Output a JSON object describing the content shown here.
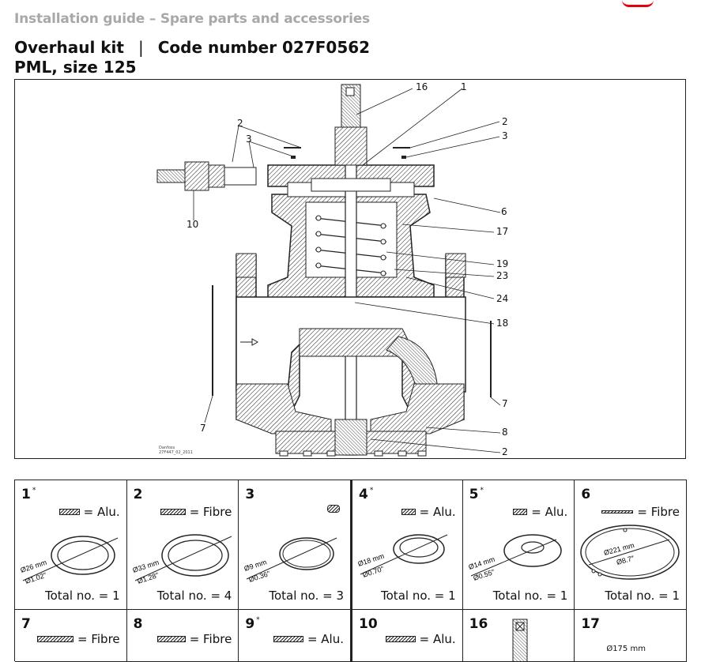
{
  "header": {
    "category": "Installation guide – Spare parts and accessories",
    "kit_label": "Overhaul kit",
    "separator": "|",
    "code_label": "Code number 027F0562",
    "model": "PML, size 125"
  },
  "drawing": {
    "callouts": [
      "16",
      "1",
      "2",
      "3",
      "2",
      "3",
      "10",
      "6",
      "17",
      "19",
      "23",
      "24",
      "18",
      "7",
      "7",
      "8",
      "2"
    ],
    "code_text_line1": "Danfoss",
    "code_text_line2": "27F447_02_2011"
  },
  "parts": [
    {
      "num": "1",
      "star": "*",
      "material": "= Alu.",
      "dim_mm": "Ø26 mm",
      "dim_in": "Ø1.02″",
      "total": "Total no. = 1"
    },
    {
      "num": "2",
      "star": "",
      "material": "= Fibre",
      "dim_mm": "Ø33 mm",
      "dim_in": "Ø1.28″",
      "total": "Total no. = 4"
    },
    {
      "num": "3",
      "star": "",
      "material": "",
      "dim_mm": "Ø9 mm",
      "dim_in": "Ø0.36″",
      "total": "Total no. = 3"
    },
    {
      "num": "4",
      "star": "*",
      "material": "= Alu.",
      "dim_mm": "Ø18 mm",
      "dim_in": "Ø0.70″",
      "total": "Total no. = 1"
    },
    {
      "num": "5",
      "star": "*",
      "material": "= Alu.",
      "dim_mm": "Ø14 mm",
      "dim_in": "Ø0.55″",
      "total": "Total no. = 1"
    },
    {
      "num": "6",
      "star": "",
      "material": "= Fibre",
      "dim_mm": "Ø221 mm",
      "dim_in": "Ø8.7″",
      "total": "Total no. = 1"
    },
    {
      "num": "7",
      "star": "",
      "material": "= Fibre"
    },
    {
      "num": "8",
      "star": "",
      "material": "= Fibre"
    },
    {
      "num": "9",
      "star": "*",
      "material": "= Alu."
    },
    {
      "num": "10",
      "star": "",
      "material": "= Alu."
    },
    {
      "num": "16",
      "star": "",
      "material": ""
    },
    {
      "num": "17",
      "star": "",
      "material": "",
      "dim_mm": "Ø175 mm"
    }
  ],
  "colors": {
    "logo_red": "#e2000f",
    "category_gray": "#a8a8a8",
    "line": "#222222"
  }
}
